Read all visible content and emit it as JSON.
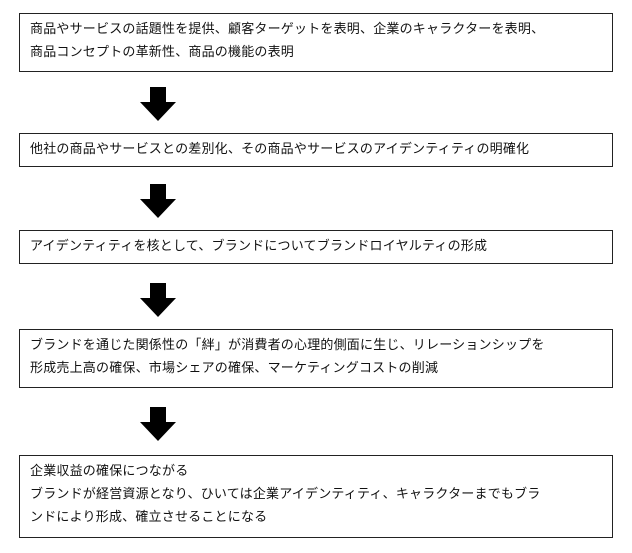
{
  "flow": {
    "step1": {
      "lines": [
        "商品やサービスの話題性を提供、顧客ターゲットを表明、企業のキャラクターを表明、",
        "商品コンセプトの革新性、商品の機能の表明"
      ]
    },
    "step2": {
      "lines": [
        "他社の商品やサービスとの差別化、その商品やサービスのアイデンティティの明確化"
      ]
    },
    "step3": {
      "lines": [
        "アイデンティティを核として、ブランドについてブランドロイヤルティの形成"
      ]
    },
    "step4": {
      "lines": [
        "ブランドを通じた関係性の「絆」が消費者の心理的側面に生じ、リレーションシップを",
        "形成売上高の確保、市場シェアの確保、マーケティングコストの削減"
      ]
    },
    "step5": {
      "lines": [
        "企業収益の確保につながる",
        "ブランドが経営資源となり、ひいては企業アイデンティティ、キャラクターまでもブラ",
        "ンドにより形成、確立させることになる"
      ]
    }
  },
  "arrow_icon": "down-arrow-icon",
  "colors": {
    "border": "#222222",
    "arrow": "#000000",
    "text": "#111111"
  }
}
